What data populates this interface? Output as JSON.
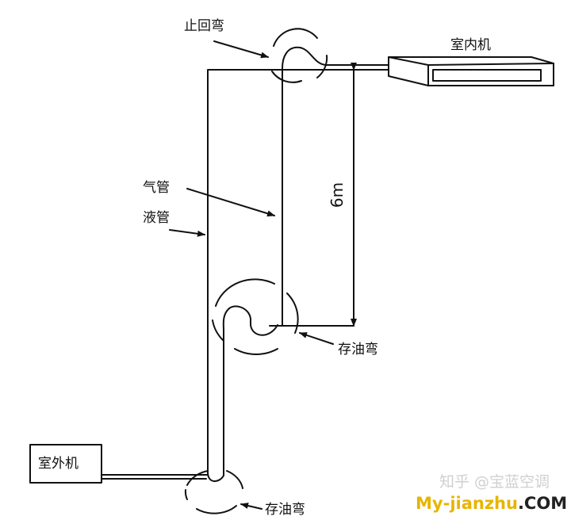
{
  "labels": {
    "check_bend": "止回弯",
    "indoor_unit": "室内机",
    "gas_pipe": "气管",
    "liquid_pipe": "液管",
    "height": "6m",
    "oil_trap_upper": "存油弯",
    "oil_trap_lower": "存油弯",
    "outdoor_unit": "室外机"
  },
  "watermark": {
    "zhihu": "知乎 @宝蓝空调",
    "site_prefix": "My-",
    "site_main": "jianzhu",
    "site_suffix": ".COM"
  },
  "colors": {
    "line": "#111111",
    "site_prefix": "#e8b400",
    "site_main": "#e8b400",
    "site_suffix": "#222222"
  }
}
